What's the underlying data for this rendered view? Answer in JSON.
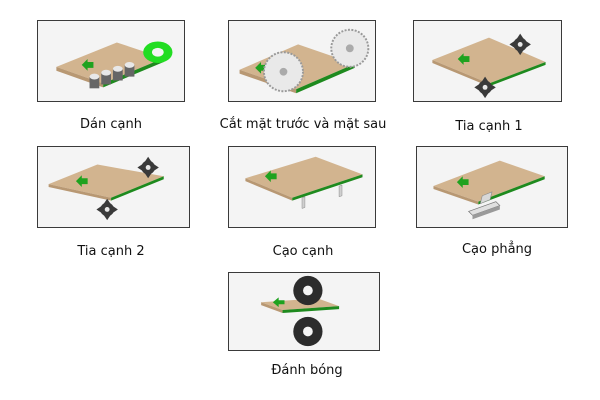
{
  "steps": [
    {
      "label": "Dán cạnh"
    },
    {
      "label": "Cắt mặt trước và mặt sau"
    },
    {
      "label": "Tia cạnh 1"
    },
    {
      "label": "Tia cạnh 2"
    },
    {
      "label": "Cạo cạnh"
    },
    {
      "label": "Cạo phẳng"
    },
    {
      "label": "Đánh bóng"
    }
  ],
  "colors": {
    "board_top": "#d2b48f",
    "board_side": "#b89873",
    "edge_band": "#1e8a1e",
    "arrow": "#1fa21f",
    "tool_dark": "#3a3a3a",
    "tool_light": "#e8e8e8",
    "glue_roller": "#22dd22"
  }
}
